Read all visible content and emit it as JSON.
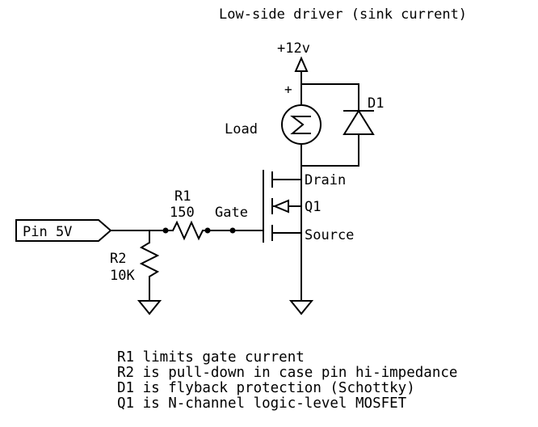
{
  "title": "Low-side driver (sink current)",
  "labels": {
    "supply": "+12v",
    "load": "Load",
    "load_polarity": "+",
    "diode": "D1",
    "drain": "Drain",
    "gate": "Gate",
    "source": "Source",
    "transistor": "Q1",
    "r1_ref": "R1",
    "r1_value": "150",
    "r2_ref": "R2",
    "r2_value": "10K",
    "pin": "Pin 5V"
  },
  "notes": [
    "R1 limits gate current",
    "R2 is pull-down in case pin hi-impedance",
    "D1 is flyback protection (Schottky)",
    "Q1 is N-channel logic-level MOSFET"
  ],
  "colors": {
    "ink": "#000000",
    "background": "#ffffff"
  },
  "schematic": {
    "type": "circuit-diagram",
    "components": [
      {
        "ref": "R1",
        "type": "resistor",
        "value": "150",
        "orientation": "horizontal"
      },
      {
        "ref": "R2",
        "type": "resistor",
        "value": "10K",
        "orientation": "vertical"
      },
      {
        "ref": "D1",
        "type": "diode",
        "subtype": "schottky",
        "orientation": "cathode-up"
      },
      {
        "ref": "Q1",
        "type": "mosfet",
        "subtype": "n-channel",
        "terminals": [
          "Drain",
          "Gate",
          "Source"
        ]
      },
      {
        "ref": "Load",
        "type": "load",
        "symbol": "sigma-in-circle"
      },
      {
        "ref": "+12v",
        "type": "supply",
        "value": "+12v"
      },
      {
        "ref": "Pin 5V",
        "type": "port",
        "value": "Pin 5V"
      }
    ]
  }
}
